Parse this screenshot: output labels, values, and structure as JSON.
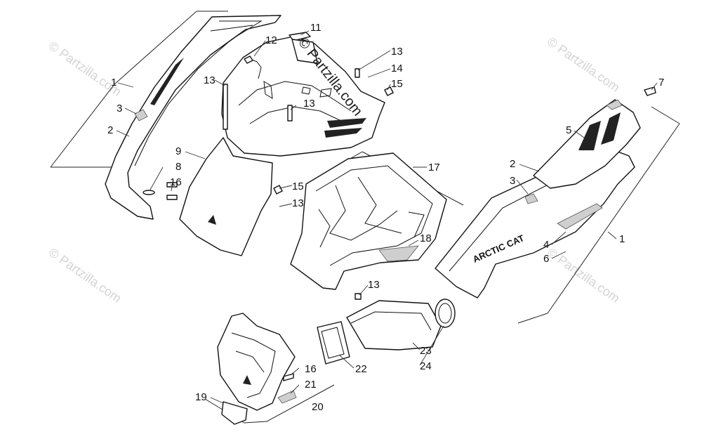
{
  "watermarks": {
    "main": "© Partzilla.com",
    "corner": "© Partzilla.com"
  },
  "brand_decal_text": "ARCTIC CAT",
  "callouts": [
    {
      "id": "c1a",
      "text": "1"
    },
    {
      "id": "c2a",
      "text": "2"
    },
    {
      "id": "c3a",
      "text": "3"
    },
    {
      "id": "c8",
      "text": "8"
    },
    {
      "id": "c9",
      "text": "9"
    },
    {
      "id": "c16a",
      "text": "16"
    },
    {
      "id": "c11",
      "text": "11"
    },
    {
      "id": "c12",
      "text": "12"
    },
    {
      "id": "c13a",
      "text": "13"
    },
    {
      "id": "c13b",
      "text": "13"
    },
    {
      "id": "c13c",
      "text": "13"
    },
    {
      "id": "c14",
      "text": "14"
    },
    {
      "id": "c15a",
      "text": "15"
    },
    {
      "id": "c13d",
      "text": "13"
    },
    {
      "id": "c15b",
      "text": "15"
    },
    {
      "id": "c13e",
      "text": "13"
    },
    {
      "id": "c17",
      "text": "17"
    },
    {
      "id": "c18",
      "text": "18"
    },
    {
      "id": "c13f",
      "text": "13"
    },
    {
      "id": "c7",
      "text": "7"
    },
    {
      "id": "c5",
      "text": "5"
    },
    {
      "id": "c2b",
      "text": "2"
    },
    {
      "id": "c3b",
      "text": "3"
    },
    {
      "id": "c1b",
      "text": "1"
    },
    {
      "id": "c4",
      "text": "4"
    },
    {
      "id": "c6",
      "text": "6"
    },
    {
      "id": "c22",
      "text": "22"
    },
    {
      "id": "c23",
      "text": "23"
    },
    {
      "id": "c24",
      "text": "24"
    },
    {
      "id": "c16b",
      "text": "16"
    },
    {
      "id": "c21",
      "text": "21"
    },
    {
      "id": "c19",
      "text": "19"
    },
    {
      "id": "c20",
      "text": "20"
    }
  ]
}
